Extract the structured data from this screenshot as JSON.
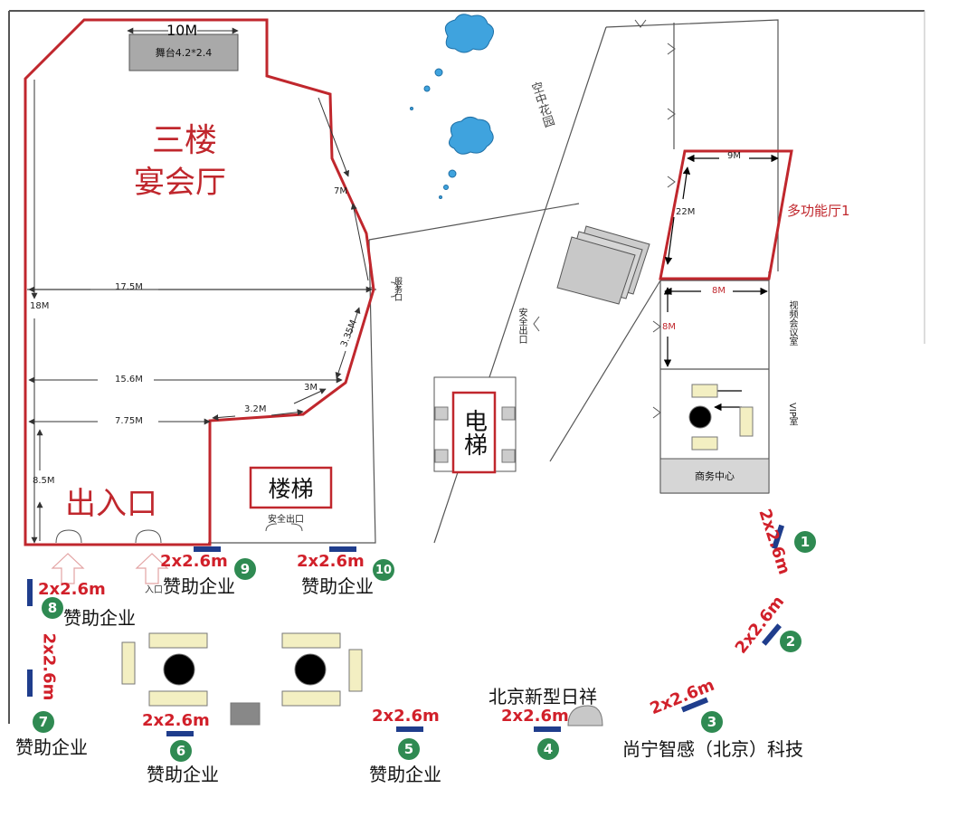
{
  "hall": {
    "title_line1": "三楼",
    "title_line2": "宴会厅",
    "stage_label": "舞台4.2*2.4",
    "stage_width": "10M",
    "entrance_label": "出入口",
    "entrance_small": "入口",
    "stairs_label": "楼梯",
    "safety_exit": "安全出口",
    "service_door": "服务口",
    "dims": {
      "d7m": "7M",
      "d17_5": "17.5M",
      "d18": "18M",
      "d3_35": "3.35M",
      "d15_6": "15.6M",
      "d3m": "3M",
      "d3_2": "3.2M",
      "d7_75": "7.75M",
      "d8_5": "8.5M"
    }
  },
  "garden": {
    "label": "空中花园"
  },
  "elevator": {
    "label": "电梯"
  },
  "corridor_exit": {
    "label": "安全出口"
  },
  "multi_hall": {
    "label": "多功能厅1",
    "dim_top": "9M",
    "dim_side": "22M"
  },
  "meeting": {
    "label": "视频会议室",
    "dim_w": "8M",
    "dim_h": "8M"
  },
  "vip": {
    "label": "VIP室"
  },
  "business": {
    "label": "商务中心"
  },
  "booths": [
    {
      "number": "1",
      "size": "2x2.6m",
      "sponsor": ""
    },
    {
      "number": "2",
      "size": "2x2.6m",
      "sponsor": ""
    },
    {
      "number": "3",
      "size": "2x2.6m",
      "sponsor": "尚宁智感（北京）科技"
    },
    {
      "number": "4",
      "size": "2x2.6m",
      "sponsor": "北京新型日祥"
    },
    {
      "number": "5",
      "size": "2x2.6m",
      "sponsor": "赞助企业"
    },
    {
      "number": "6",
      "size": "2x2.6m",
      "sponsor": "赞助企业"
    },
    {
      "number": "7",
      "size": "2x2.6m",
      "sponsor": "赞助企业"
    },
    {
      "number": "8",
      "size": "2x2.6m",
      "sponsor": "赞助企业"
    },
    {
      "number": "9",
      "size": "2x2.6m",
      "sponsor": "赞助企业"
    },
    {
      "number": "10",
      "size": "2x2.6m",
      "sponsor": "赞助企业"
    }
  ],
  "colors": {
    "hall_outline": "#c0272d",
    "booth_bar": "#1f3d8c",
    "booth_badge": "#2f8a52",
    "booth_size_text": "#d1202a",
    "cloud_blue": "#3fa3de"
  }
}
